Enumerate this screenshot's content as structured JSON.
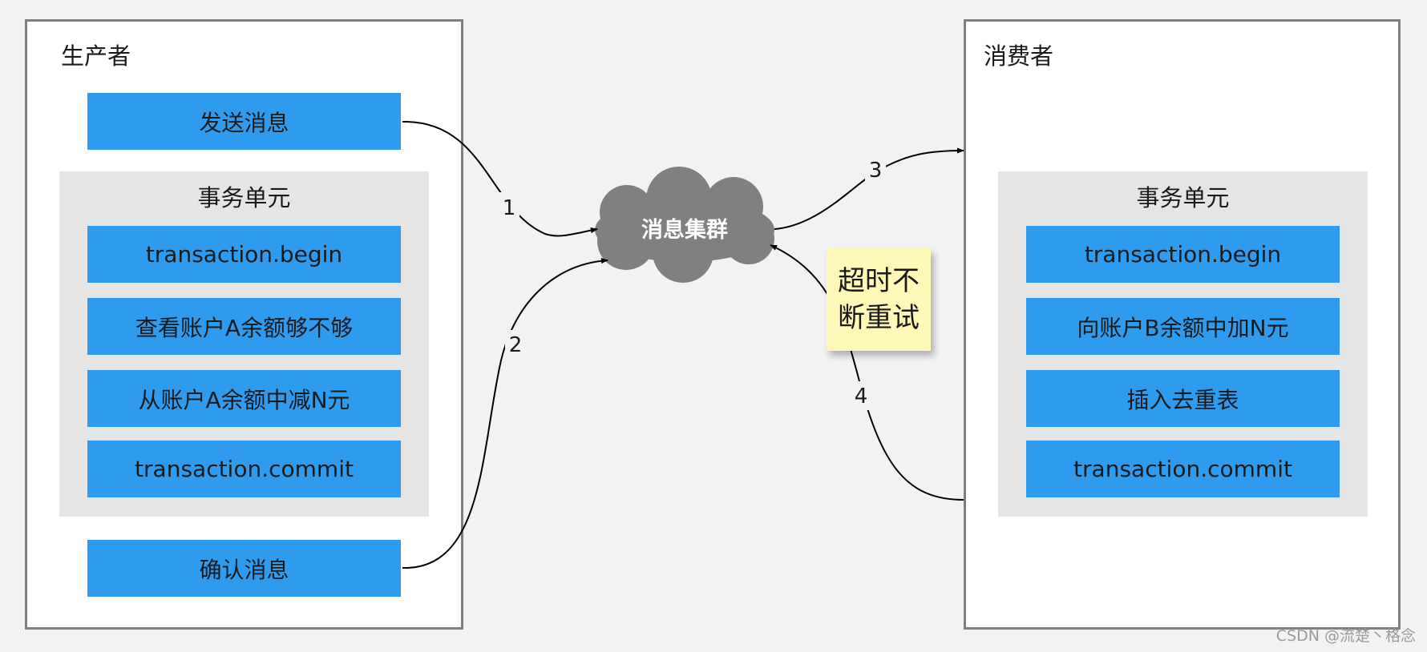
{
  "producer": {
    "title": "生产者",
    "send_button": "发送消息",
    "transaction_unit": {
      "title": "事务单元",
      "steps": [
        "transaction.begin",
        "查看账户A余额够不够",
        "从账户A余额中减N元",
        "transaction.commit"
      ]
    },
    "confirm_button": "确认消息"
  },
  "consumer": {
    "title": "消费者",
    "transaction_unit": {
      "title": "事务单元",
      "steps": [
        "transaction.begin",
        "向账户B余额中加N元",
        "插入去重表",
        "transaction.commit"
      ]
    }
  },
  "cluster": {
    "label": "消息集群"
  },
  "edges": [
    {
      "label": "1",
      "from": "发送消息",
      "to": "消息集群"
    },
    {
      "label": "2",
      "from": "确认消息",
      "to": "消息集群"
    },
    {
      "label": "3",
      "from": "消息集群",
      "to": "消费者"
    },
    {
      "label": "4",
      "from": "消费者",
      "to": "消息集群"
    }
  ],
  "note": {
    "line1": "超时不",
    "line2": "断重试"
  },
  "watermark": "CSDN @流楚丶格念",
  "colors": {
    "step_fill": "#2e9bef",
    "unit_fill": "#e5e5e5",
    "panel_border": "#7f7f7f",
    "cloud_fill": "#808080",
    "note_fill": "#fff9b8",
    "background": "#f2f2f2"
  }
}
